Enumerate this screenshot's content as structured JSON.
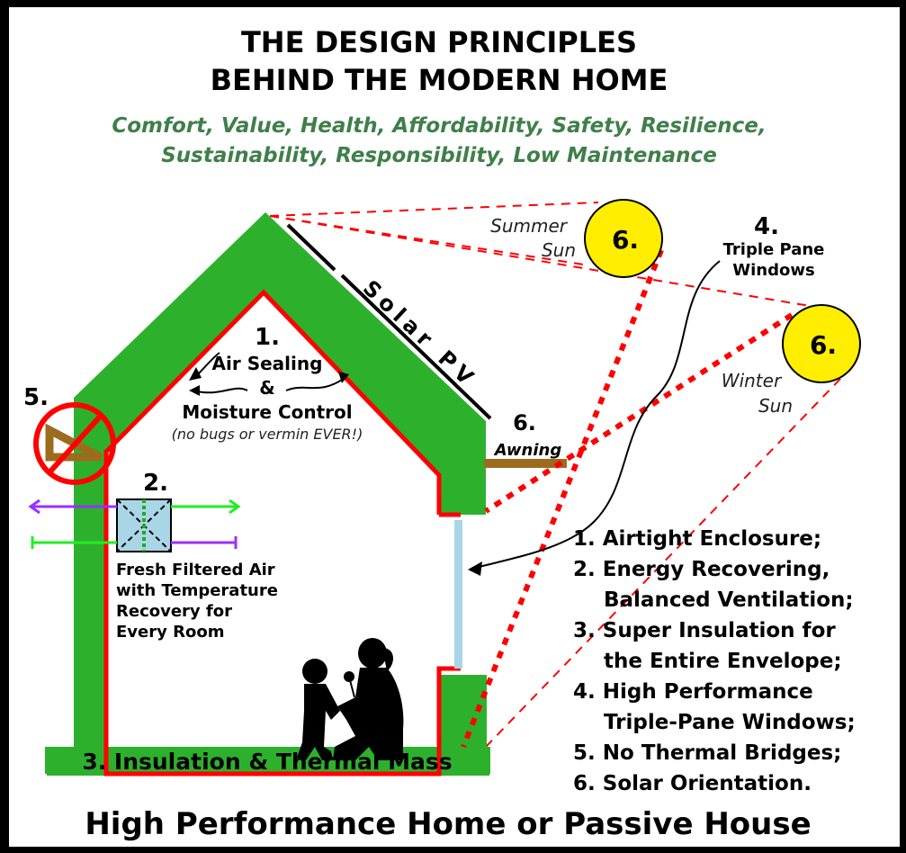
{
  "header": {
    "title_line1": "THE DESIGN PRINCIPLES",
    "title_line2": "BEHIND THE MODERN HOME",
    "subtitle_line1": "Comfort, Value, Health, Affordability, Safety, Resilience,",
    "subtitle_line2": "Sustainability, Responsibility, Low Maintenance"
  },
  "labels": {
    "air_num": "1.",
    "air_sealing": "Air Sealing",
    "amp": "&",
    "moisture": "Moisture Control",
    "no_bugs": "(no bugs or vermin EVER!)",
    "solar_pv": "Solar PV",
    "bridge_num": "5.",
    "vent_num": "2.",
    "fresh1": "Fresh Filtered Air",
    "fresh2": "with Temperature",
    "fresh3": "Recovery for",
    "fresh4": "Every Room",
    "insulation": "3. Insulation & Thermal Mass",
    "awning_num": "6.",
    "awning": "Awning",
    "summer1": "Summer",
    "summer2": "Sun",
    "summer_badge": "6.",
    "winter1": "Winter",
    "winter2": "Sun",
    "winter_badge": "6.",
    "windows_num": "4.",
    "windows1": "Triple Pane",
    "windows2": "Windows"
  },
  "principles": [
    "1. Airtight Enclosure;",
    "2. Energy Recovering,",
    "Balanced Ventilation;",
    "3. Super Insulation for",
    "the Entire Envelope;",
    "4. High Performance",
    "Triple-Pane Windows;",
    "5. No Thermal Bridges;",
    "6. Solar Orientation."
  ],
  "footer": "High Performance Home or Passive House",
  "colors": {
    "wall": "#2db12d",
    "interior_line": "#ff0000",
    "sun": "#ffee00",
    "subtitle": "#3f7f4a",
    "awning": "#9b6b1e",
    "ventilator": "#a9d6e6",
    "exhaust_arrow": "#9b30ff",
    "fresh_arrow": "#22ee22",
    "window": "#a9d6e6"
  },
  "icons": [
    "no-thermal-bridge-icon",
    "ventilator-icon",
    "family-silhouette-icon",
    "sun-icon"
  ]
}
